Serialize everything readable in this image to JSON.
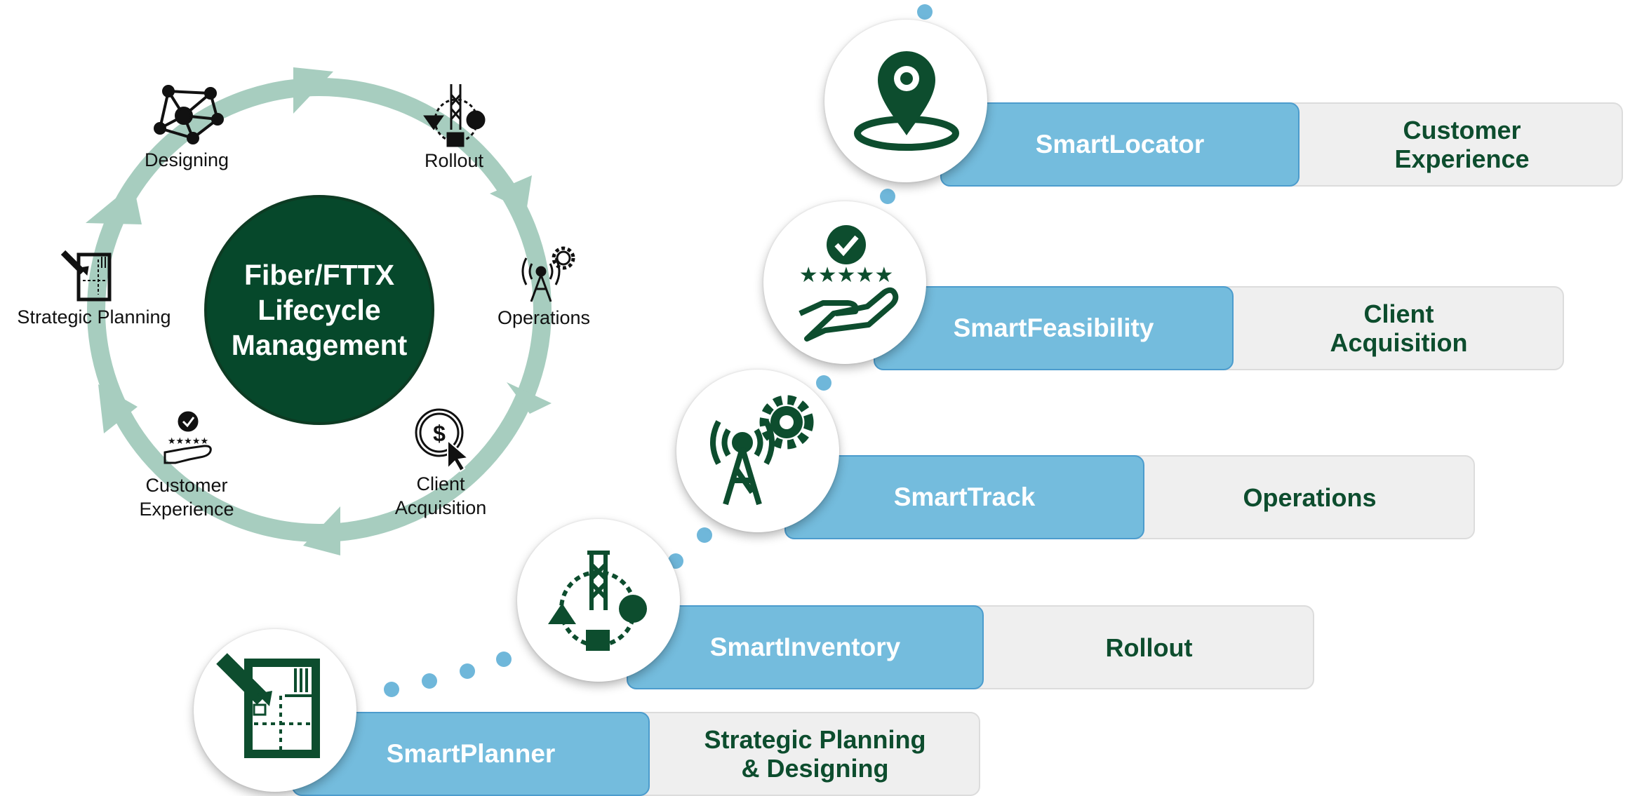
{
  "lifecycle": {
    "center_title": "Fiber/FTTX\nLifecycle\nManagement",
    "stages": [
      {
        "label": "Designing",
        "icon": "network-nodes-icon"
      },
      {
        "label": "Rollout",
        "icon": "tower-flow-icon"
      },
      {
        "label": "Operations",
        "icon": "antenna-gear-icon"
      },
      {
        "label": "Client\nAcquisition",
        "icon": "dollar-click-icon"
      },
      {
        "label": "Customer\nExperience",
        "icon": "hand-stars-icon"
      },
      {
        "label": "Strategic Planning",
        "icon": "blueprint-pencil-icon"
      }
    ]
  },
  "products": [
    {
      "name": "SmartLocator",
      "category": "Customer\nExperience",
      "icon": "location-pin-icon"
    },
    {
      "name": "SmartFeasibility",
      "category": "Client\nAcquisition",
      "icon": "hand-stars-check-icon"
    },
    {
      "name": "SmartTrack",
      "category": "Operations",
      "icon": "antenna-gear-icon"
    },
    {
      "name": "SmartInventory",
      "category": "Rollout",
      "icon": "tower-flow-icon"
    },
    {
      "name": "SmartPlanner",
      "category": "Strategic Planning\n&  Designing",
      "icon": "blueprint-pencil-icon"
    }
  ],
  "colors": {
    "dark_green": "#0d4d2e",
    "center_fill": "#06482b",
    "ring": "#a7cdbf",
    "bar_blue": "#74bcdd",
    "bar_grey": "#efefef",
    "dot_blue": "#6fb7da"
  }
}
